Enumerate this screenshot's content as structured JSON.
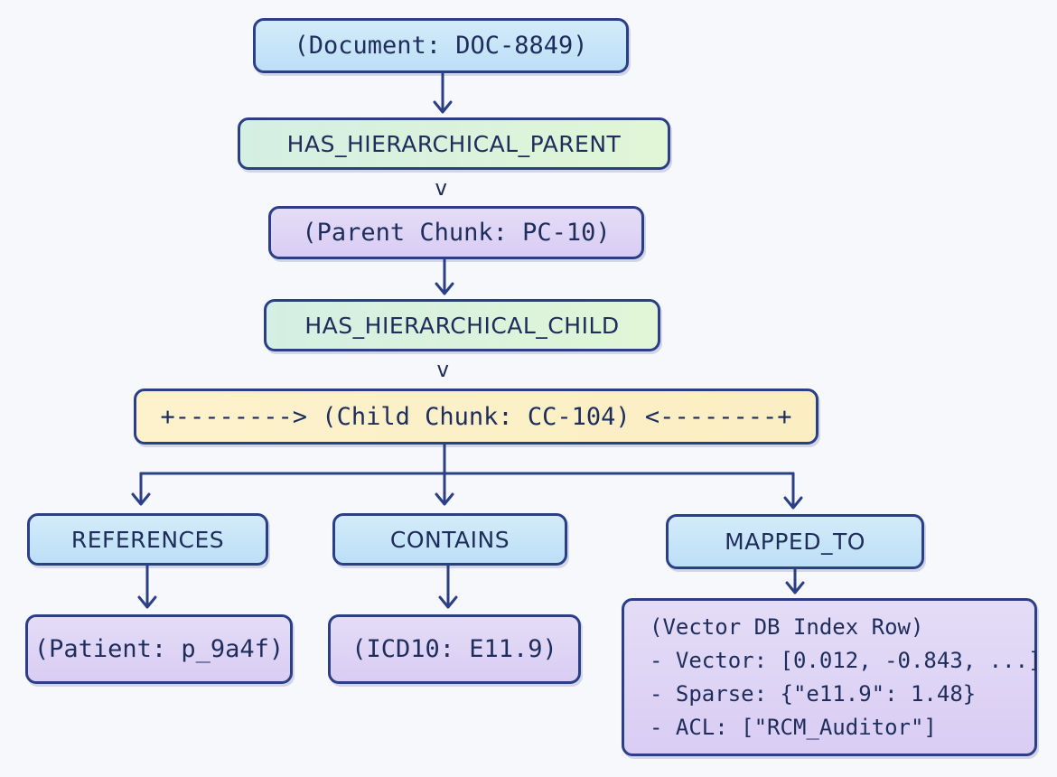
{
  "nodes": {
    "document": "(Document: DOC-8849)",
    "has_parent": "HAS_HIERARCHICAL_PARENT",
    "parent_chunk": "(Parent Chunk: PC-10)",
    "has_child": "HAS_HIERARCHICAL_CHILD",
    "child_chunk": "+--------> (Child Chunk: CC-104) <--------+",
    "references": "REFERENCES",
    "contains": "CONTAINS",
    "mapped_to": "MAPPED_TO",
    "patient": "(Patient: p_9a4f)",
    "icd10": "(ICD10: E11.9)",
    "vector_row": {
      "title": "(Vector DB Index Row)",
      "vector": "- Vector: [0.012, -0.843, ...]",
      "sparse": "- Sparse: {\"e11.9\": 1.48}",
      "acl": "- ACL: [\"RCM_Auditor\"]"
    }
  },
  "connector_glyph": "v",
  "colors": {
    "entity_blue": "#c8e5f8",
    "relation_green": "#d9f2dd",
    "chunk_purple": "#ddd2f5",
    "child_yellow": "#fcf0c8",
    "stroke": "#2a3f86",
    "text": "#1f2d5c"
  }
}
